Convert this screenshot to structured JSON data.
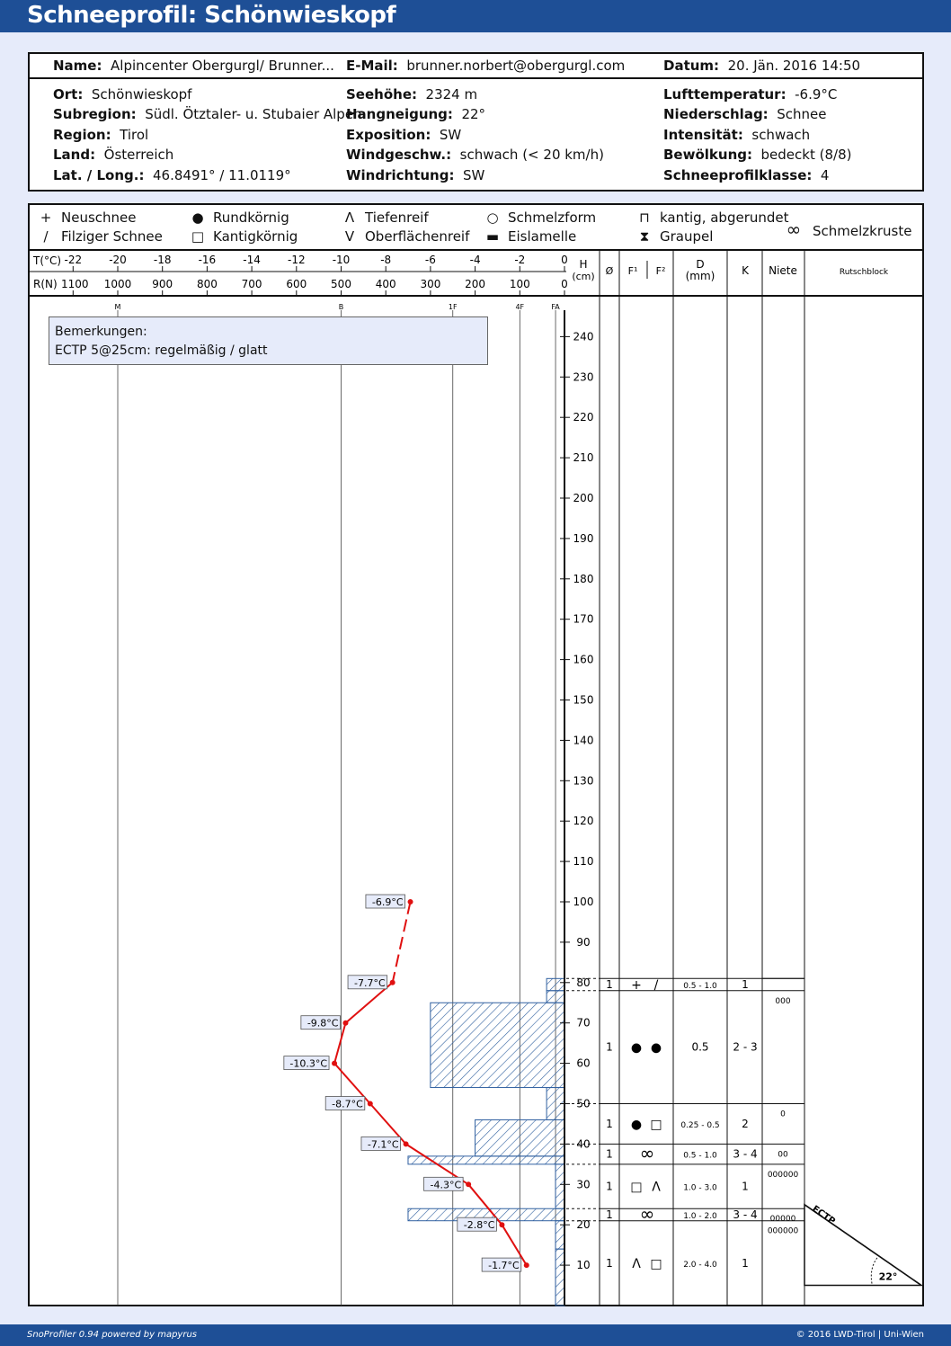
{
  "page_title": "Schneeprofil: Schönwieskopf",
  "header": {
    "name_label": "Name:",
    "name": "Alpincenter Obergurgl/ Brunner...",
    "email_label": "E-Mail:",
    "email": "brunner.norbert@obergurgl.com",
    "date_label": "Datum:",
    "date": "20. Jän. 2016 14:50",
    "ort_label": "Ort:",
    "ort": "Schönwieskopf",
    "subregion_label": "Subregion:",
    "subregion": "Südl. Ötztaler- u. Stubaier Alpen",
    "region_label": "Region:",
    "region": "Tirol",
    "land_label": "Land:",
    "land": "Österreich",
    "latlong_label": "Lat. / Long.:",
    "latlong": "46.8491° / 11.0119°",
    "seehoehe_label": "Seehöhe:",
    "seehoehe": "2324 m",
    "hangneigung_label": "Hangneigung:",
    "hangneigung": "22°",
    "exposition_label": "Exposition:",
    "exposition": "SW",
    "windgeschw_label": "Windgeschw.:",
    "windgeschw": "schwach (< 20 km/h)",
    "windrichtung_label": "Windrichtung:",
    "windrichtung": "SW",
    "lufttemp_label": "Lufttemperatur:",
    "lufttemp": "-6.9°C",
    "niederschlag_label": "Niederschlag:",
    "niederschlag": "Schnee",
    "intensitaet_label": "Intensität:",
    "intensitaet": "schwach",
    "bewoelkung_label": "Bewölkung:",
    "bewoelkung": "bedeckt (8/8)",
    "klasse_label": "Schneeprofilklasse:",
    "klasse": "4"
  },
  "legend": [
    {
      "symbol": "+",
      "label": "Neuschnee"
    },
    {
      "symbol": "/",
      "label": "Filziger Schnee"
    },
    {
      "symbol": "●",
      "label": "Rundkörnig"
    },
    {
      "symbol": "□",
      "label": "Kantigkörnig"
    },
    {
      "symbol": "Λ",
      "label": "Tiefenreif"
    },
    {
      "symbol": "V",
      "label": "Oberflächenreif"
    },
    {
      "symbol": "○",
      "label": "Schmelzform"
    },
    {
      "symbol": "▬",
      "label": "Eislamelle"
    },
    {
      "symbol": "⊓",
      "label": "kantig, abgerundet"
    },
    {
      "symbol": "⧗",
      "label": "Graupel"
    },
    {
      "symbol": "∞",
      "label": "Schmelzkruste"
    }
  ],
  "remarks": {
    "label": "Bemerkungen:",
    "text": "ECTP 5@25cm: regelmäßig / glatt"
  },
  "columns": {
    "t_label": "T(°C)",
    "r_label": "R(N)",
    "h_label": "H",
    "h_unit": "(cm)",
    "o": "Ø",
    "f1": "F¹",
    "f2": "F²",
    "d_label": "D",
    "d_unit": "(mm)",
    "k": "K",
    "niete": "Niete",
    "rutschblock": "Rutschblock"
  },
  "chart_data": {
    "type": "snow_profile",
    "temperature_ticks": [
      "-22",
      "-20",
      "-18",
      "-16",
      "-14",
      "-12",
      "-10",
      "-8",
      "-6",
      "-4",
      "-2",
      "0"
    ],
    "temperature_tick_values": [
      -22,
      -20,
      -18,
      -16,
      -14,
      -12,
      -10,
      -8,
      -6,
      -4,
      -2,
      0
    ],
    "resistance_ticks": [
      "1100",
      "1000",
      "900",
      "800",
      "700",
      "600",
      "500",
      "400",
      "300",
      "200",
      "100",
      "0"
    ],
    "hardness_ticks": [
      {
        "label": "M",
        "temp": -20
      },
      {
        "label": "B",
        "temp": -10
      },
      {
        "label": "1F",
        "temp": -5
      },
      {
        "label": "4F",
        "temp": -2
      },
      {
        "label": "FA",
        "temp": -0.4
      }
    ],
    "height_ticks": [
      10,
      20,
      30,
      40,
      50,
      60,
      70,
      80,
      90,
      100,
      110,
      120,
      130,
      140,
      150,
      160,
      170,
      180,
      190,
      200,
      210,
      220,
      230,
      240
    ],
    "ylim": [
      0,
      250
    ],
    "temperature_profile": [
      {
        "h": 100,
        "t": -6.9,
        "label": "-6.9°C"
      },
      {
        "h": 80,
        "t": -7.7,
        "label": "-7.7°C"
      },
      {
        "h": 70,
        "t": -9.8,
        "label": "-9.8°C"
      },
      {
        "h": 60,
        "t": -10.3,
        "label": "-10.3°C"
      },
      {
        "h": 50,
        "t": -8.7,
        "label": "-8.7°C"
      },
      {
        "h": 40,
        "t": -7.1,
        "label": "-7.1°C"
      },
      {
        "h": 30,
        "t": -4.3,
        "label": "-4.3°C"
      },
      {
        "h": 20,
        "t": -2.8,
        "label": "-2.8°C"
      },
      {
        "h": 10,
        "t": -1.7,
        "label": "-1.7°C"
      }
    ],
    "hardness_profile": [
      {
        "h0": 0,
        "h1": 14,
        "r": 20
      },
      {
        "h0": 14,
        "h1": 21,
        "r": 20
      },
      {
        "h0": 21,
        "h1": 24,
        "r": 350
      },
      {
        "h0": 24,
        "h1": 35,
        "r": 20
      },
      {
        "h0": 35,
        "h1": 37,
        "r": 350
      },
      {
        "h0": 37,
        "h1": 46,
        "r": 200
      },
      {
        "h0": 46,
        "h1": 54,
        "r": 40
      },
      {
        "h0": 54,
        "h1": 75,
        "r": 300
      },
      {
        "h0": 75,
        "h1": 78,
        "r": 40
      },
      {
        "h0": 78,
        "h1": 81,
        "r": 40
      }
    ],
    "layers": [
      {
        "top": 81,
        "bottom": 78,
        "o": "1",
        "f1": "+",
        "f2": "/",
        "d": "0.5 - 1.0",
        "k": "1",
        "niete": ""
      },
      {
        "top": 78,
        "bottom": 50,
        "o": "1",
        "f1": "●",
        "f2": "●",
        "d": "0.5",
        "k": "2 - 3",
        "niete": "000"
      },
      {
        "top": 50,
        "bottom": 40,
        "o": "1",
        "f1": "●",
        "f2": "□",
        "d": "0.25 - 0.5",
        "k": "2",
        "niete": "0"
      },
      {
        "top": 40,
        "bottom": 35,
        "o": "1",
        "f1": "∞",
        "f2": "",
        "d": "0.5 - 1.0",
        "k": "3 - 4",
        "niete": "00"
      },
      {
        "top": 35,
        "bottom": 24,
        "o": "1",
        "f1": "□",
        "f2": "Λ",
        "d": "1.0 - 3.0",
        "k": "1",
        "niete": "000000"
      },
      {
        "top": 24,
        "bottom": 21,
        "o": "1",
        "f1": "∞",
        "f2": "",
        "d": "1.0 - 2.0",
        "k": "3 - 4",
        "niete": "00000"
      },
      {
        "top": 21,
        "bottom": 0,
        "o": "1",
        "f1": "Λ",
        "f2": "□",
        "d": "2.0 - 4.0",
        "k": "1",
        "niete": "000000"
      }
    ],
    "ectp": {
      "label": "ECTP",
      "angle_label": "22°"
    }
  },
  "footer": {
    "left": "SnoProfiler 0.94 powered by mapyrus",
    "right": "© 2016 LWD-Tirol | Uni-Wien"
  }
}
